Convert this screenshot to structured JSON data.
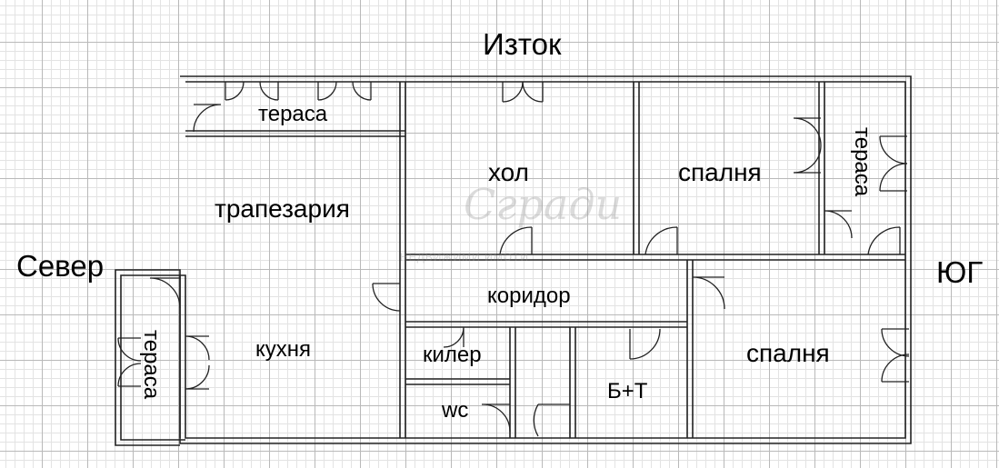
{
  "compass": {
    "north": "Север",
    "east": "Изток",
    "south": "ЮГ"
  },
  "rooms": {
    "terrace_top": "тераса",
    "living": "хол",
    "bedroom_top": "спалня",
    "terrace_right": "тераса",
    "dining": "трапезария",
    "corridor": "коридор",
    "kitchen": "кухня",
    "terrace_left": "тераса",
    "pantry": "килер",
    "wc": "wc",
    "bathroom": "Б+Т",
    "bedroom_bottom": "спалня"
  },
  "watermark": {
    "script": "Сгради",
    "tagline": "НЕДВИЖИМИ ИМОТИ"
  },
  "colors": {
    "wall": "#222222",
    "grid_major": "#b9b9b9",
    "grid_minor": "#e3e3e3"
  }
}
